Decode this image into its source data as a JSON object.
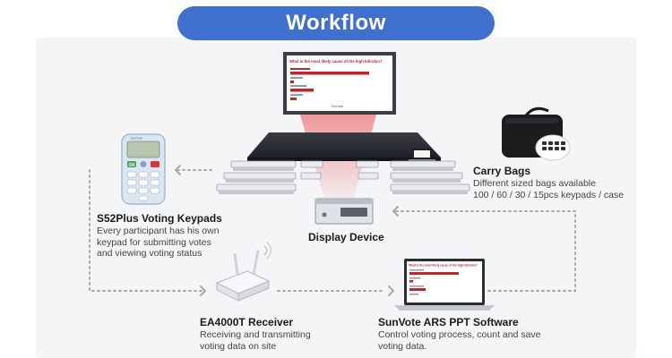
{
  "header": {
    "title": "Workflow"
  },
  "screen": {
    "question": "What is the most likely cause of the high bilirubin?",
    "brand": "SunVote"
  },
  "laptop": {
    "question": "What is the most likely cause of the high bilirubin?"
  },
  "nodes": {
    "keypads": {
      "title": "S52Plus Voting Keypads",
      "desc": [
        "Every participant has his own",
        "keypad for submitting votes",
        "and viewing voting status"
      ],
      "brand": "SunVote",
      "ok_label": "OK"
    },
    "display": {
      "title": "Display Device"
    },
    "bags": {
      "title": "Carry Bags",
      "desc": [
        "Different sized bags available",
        "100 / 60 / 30 / 15pcs keypads / case"
      ]
    },
    "receiver": {
      "title": "EA4000T Receiver",
      "desc": [
        "Receiving and transmitting",
        "voting data on site"
      ]
    },
    "software": {
      "title": "SunVote ARS PPT Software",
      "desc": [
        "Control voting process, count and save",
        "voting data."
      ]
    }
  },
  "colors": {
    "title_bg": "#3f6fcf",
    "accent_red": "#c0262d",
    "arrow": "#a8a8a8"
  }
}
